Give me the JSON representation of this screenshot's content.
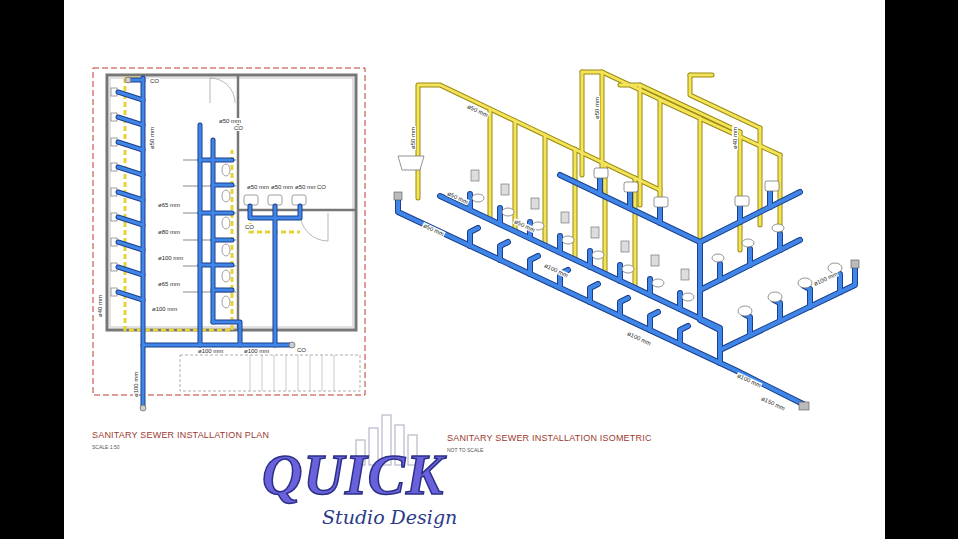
{
  "diagram": {
    "labels": [
      "CO",
      "CO",
      "ø50 mm",
      "ø65 mm",
      "ø80 mm",
      "ø100 mm",
      "ø65 mm",
      "ø100 mm",
      "ø40 mm",
      "ø50 mm",
      "ø50 mm",
      "ø50 mm",
      "CO",
      "CO",
      "ø100 mm",
      "ø100 mm",
      "CO",
      "ø100 mm",
      "ø50 mm",
      "ø50 mm",
      "ø50 mm",
      "ø50 mm",
      "ø40 mm",
      "ø50 mm",
      "ø50 mm",
      "ø100 mm",
      "ø100 mm",
      "ø100 mm",
      "ø150 mm",
      "ø100 mm",
      "ø50 mm",
      "SANITARY SEWER INSTALLATION PLAN",
      "SCALE 1:50",
      "SANITARY SEWER INSTALLATION ISOMETRIC",
      "NOT TO SCALE",
      "QUICK",
      "Studio Design"
    ]
  }
}
